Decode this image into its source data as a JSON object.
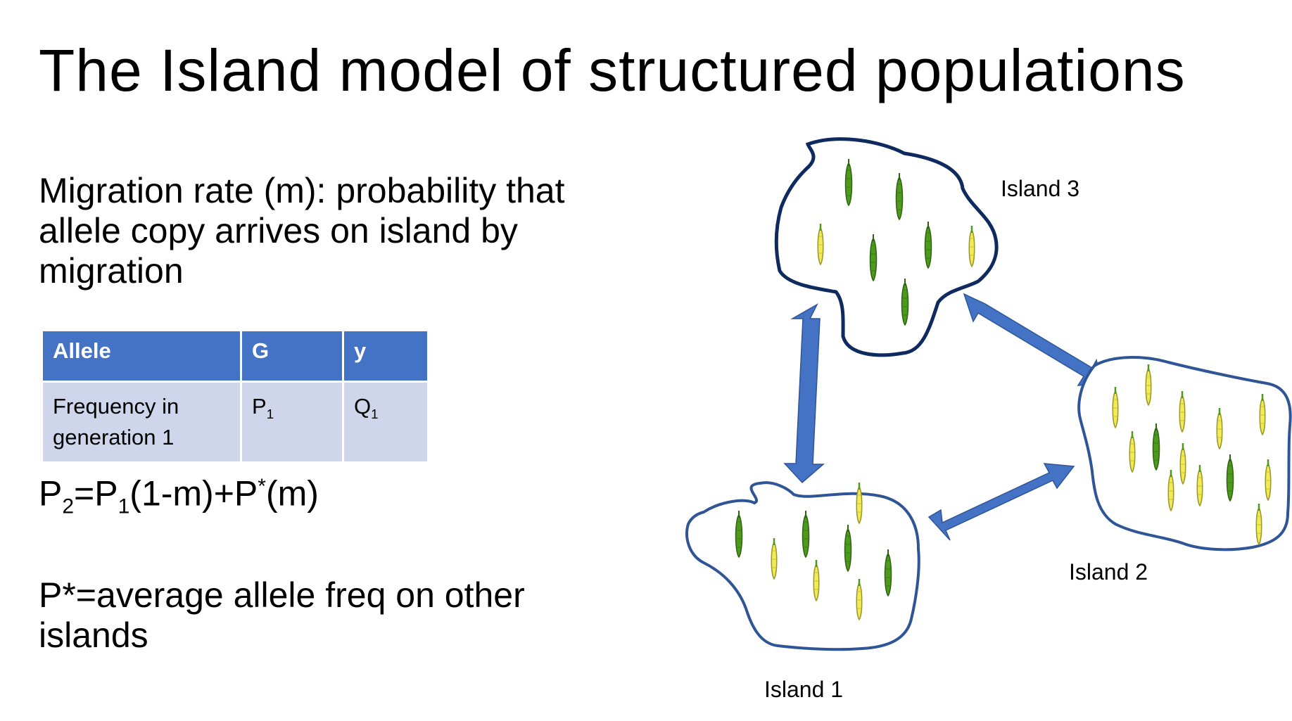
{
  "title": "The Island model of structured populations",
  "migration_text": "Migration rate (m): probability that allele copy arrives on island by migration",
  "table": {
    "headers": [
      "Allele",
      "G",
      "y"
    ],
    "row_label": "Frequency in generation 1",
    "p_base": "P",
    "q_base": "Q",
    "subscript": "1"
  },
  "equation": {
    "p2": "P",
    "sub2": "2",
    "eq": "=P",
    "sub1": "1",
    "mid": "(1-m)+P",
    "star": "*",
    "end": "(m)"
  },
  "pstar_text": "P*=average allele freq on other islands",
  "islands": {
    "island1": "Island 1",
    "island2": "Island 2",
    "island3": "Island 3"
  },
  "colors": {
    "header_bg": "#4472c4",
    "cell_bg": "#cfd5ea",
    "island3_outline": "#0e2a5e",
    "island_outline": "#2f5597",
    "arrow": "#4472c4",
    "green_corn": "#4e9a1e",
    "yellow_corn": "#f2ea56"
  },
  "icons": [
    "corn-cob-icon",
    "double-arrow-icon"
  ]
}
